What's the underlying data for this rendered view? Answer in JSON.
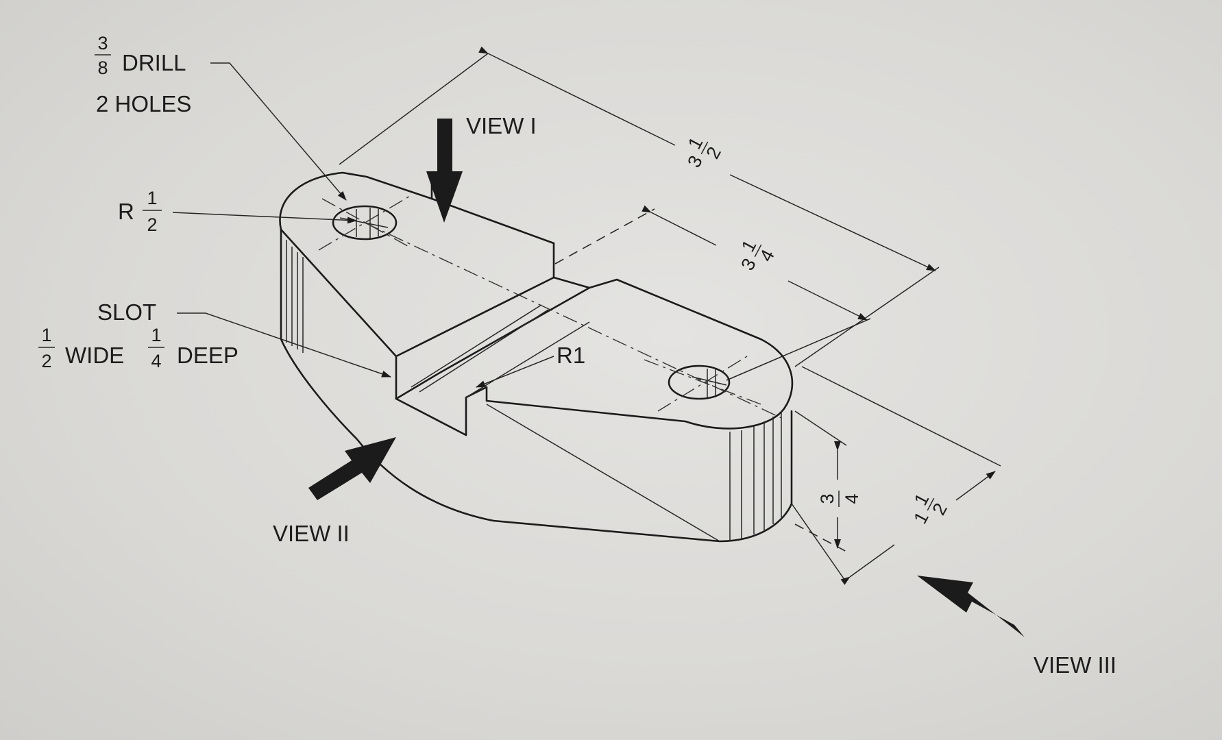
{
  "labels": {
    "drill_num": "3",
    "drill_den": "8",
    "drill_text": "DRILL",
    "holes": "2 HOLES",
    "radius_prefix": "R",
    "radius_num": "1",
    "radius_den": "2",
    "slot": "SLOT",
    "slot_w_num": "1",
    "slot_w_den": "2",
    "slot_wide": "WIDE",
    "slot_d_num": "1",
    "slot_d_den": "4",
    "slot_deep": "DEEP",
    "r1": "R1",
    "view1": "VIEW I",
    "view2": "VIEW II",
    "view3": "VIEW III"
  },
  "dimensions": {
    "overall_whole": "3",
    "overall_num": "1",
    "overall_den": "2",
    "center_whole": "3",
    "center_num": "1",
    "center_den": "4",
    "height_num": "3",
    "height_den": "4",
    "width_whole": "1",
    "width_num": "1",
    "width_den": "2"
  },
  "colors": {
    "ink": "#1b1b1b",
    "paper": "#dcdbd8"
  }
}
